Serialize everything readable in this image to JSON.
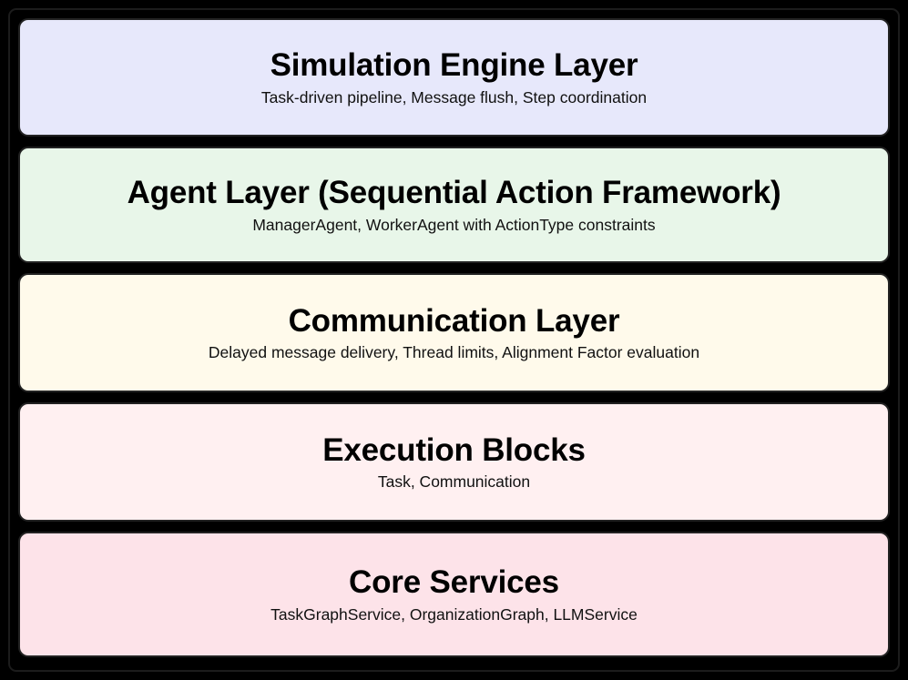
{
  "diagram": {
    "type": "layered-architecture-stack",
    "background_color": "#000000",
    "frame_border_color": "#1c1c1c",
    "layers": [
      {
        "id": "simulation-engine",
        "title": "Simulation Engine Layer",
        "subtitle": "Task-driven pipeline, Message flush, Step coordination",
        "fill_color": "#e7e8fb"
      },
      {
        "id": "agent",
        "title": "Agent Layer (Sequential Action Framework)",
        "subtitle": "ManagerAgent, WorkerAgent with ActionType constraints",
        "fill_color": "#e8f6e9"
      },
      {
        "id": "communication",
        "title": "Communication Layer",
        "subtitle": "Delayed message delivery, Thread limits, Alignment Factor evaluation",
        "fill_color": "#fffaeb"
      },
      {
        "id": "execution-blocks",
        "title": "Execution Blocks",
        "subtitle": "Task, Communication",
        "fill_color": "#fff0f1"
      },
      {
        "id": "core-services",
        "title": "Core Services",
        "subtitle": "TaskGraphService, OrganizationGraph, LLMService",
        "fill_color": "#fde3e9"
      }
    ]
  }
}
